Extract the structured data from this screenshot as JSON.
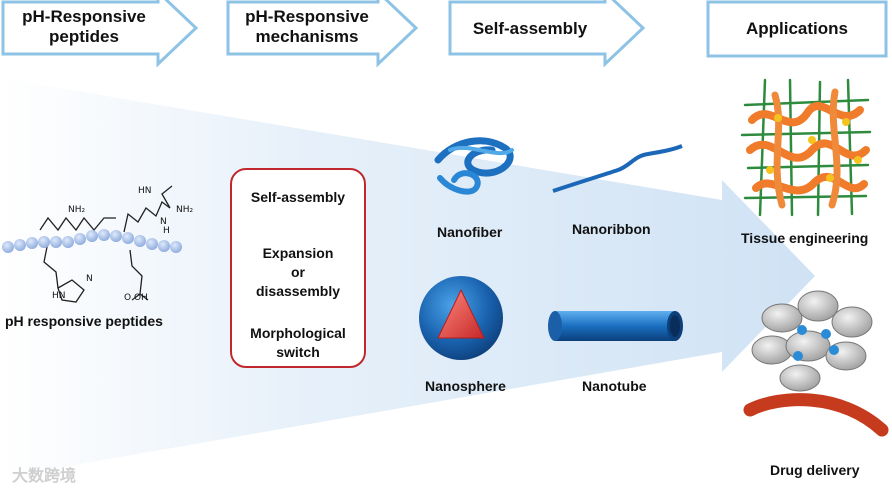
{
  "header": {
    "step1_line1": "pH-Responsive",
    "step1_line2": "peptides",
    "step2_line1": "pH-Responsive",
    "step2_line2": "mechanisms",
    "step3": "Self-assembly",
    "step4": "Applications"
  },
  "peptides": {
    "label": "pH responsive peptides",
    "nh2_a": "NH₂",
    "hn": "HN",
    "nh2_b": "NH₂",
    "h": "H",
    "n": "N",
    "hn_ring": "HN",
    "n_ring": "N",
    "oh": "O   OH"
  },
  "mechanisms": {
    "item1": "Self-assembly",
    "item2_line1": "Expansion",
    "item2_line2": "or",
    "item2_line3": "disassembly",
    "item3_line1": "Morphological",
    "item3_line2": "switch"
  },
  "structures": {
    "nanofiber": "Nanofiber",
    "nanoribbon": "Nanoribbon",
    "nanosphere": "Nanosphere",
    "nanotube": "Nanotube"
  },
  "applications": {
    "tissue": "Tissue engineering",
    "drug": "Drug delivery"
  },
  "watermark": "大数跨境",
  "colors": {
    "arrow_fill": "#d6e6f5",
    "arrow_stroke": "#8ec3e6",
    "mechanism_border": "#c0282d",
    "nano_blue": "#1f78c8",
    "sphere_core": "#e53935",
    "fiber_orange": "#f07b2a",
    "fiber_green": "#2e8b3d",
    "bead_blue": "#a9c4ec"
  }
}
